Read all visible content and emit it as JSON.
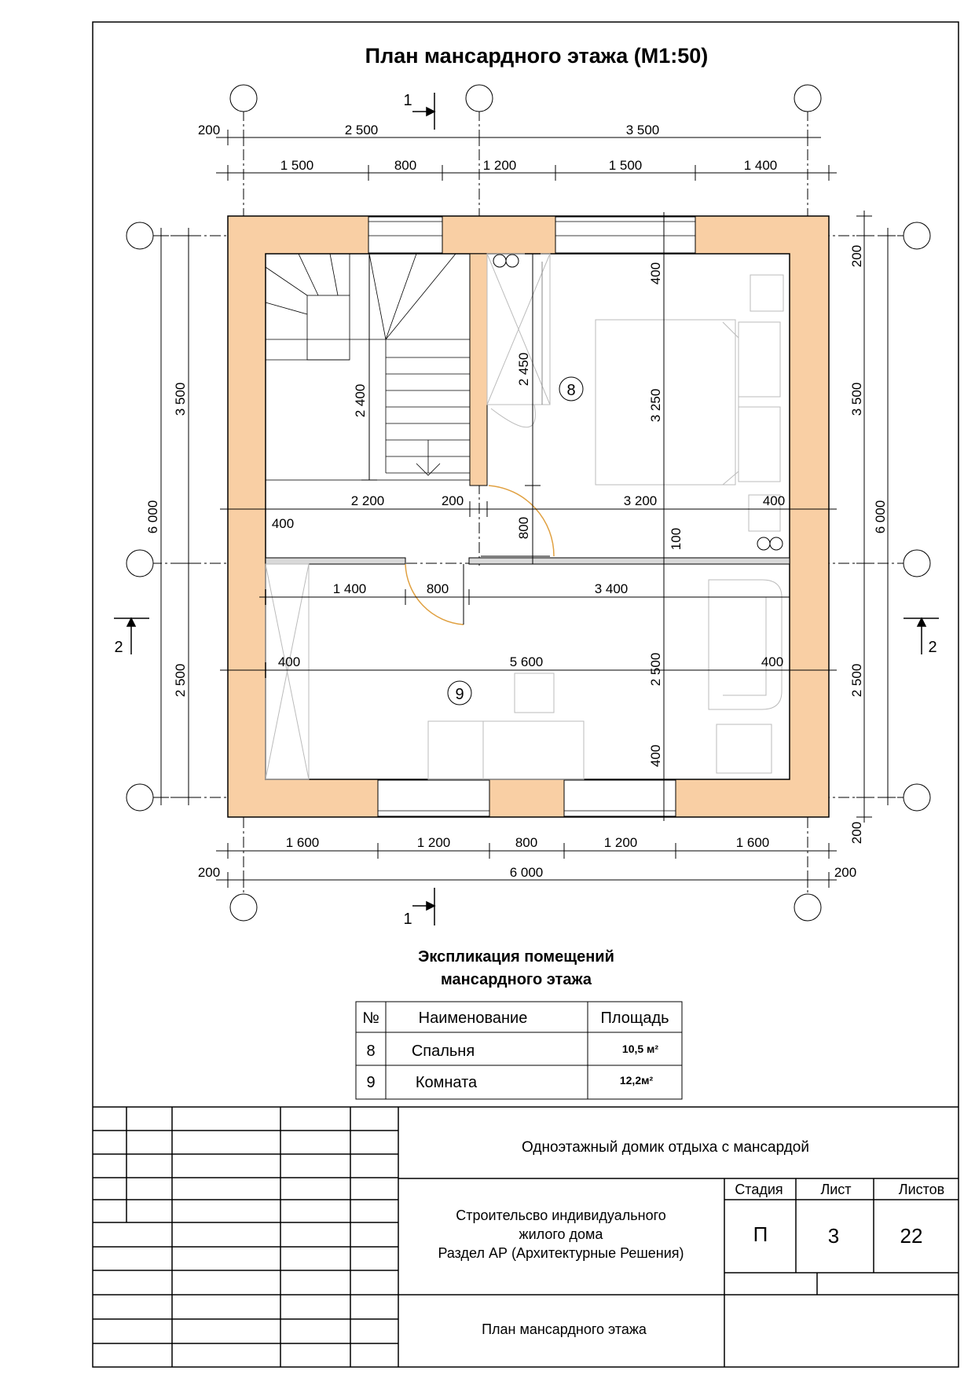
{
  "title": "План мансардного этажа (М1:50)",
  "section_marks": {
    "one": "1",
    "two": "2"
  },
  "dims": {
    "top1_left": "200",
    "top1_a": "2 500",
    "top1_b": "3 500",
    "top2": [
      "1 500",
      "800",
      "1 200",
      "1 500",
      "1 400"
    ],
    "left_a": "3 500",
    "left_total": "6 000",
    "left_b": "2 500",
    "right_top": "200",
    "right_a": "3 500",
    "right_total": "6 000",
    "right_b": "2 500",
    "right_bottom": "200",
    "inner_400a": "400",
    "inner_2400": "2 400",
    "inner_2450": "2 450",
    "inner_3250": "3 250",
    "inner_2200": "2 200",
    "inner_200": "200",
    "inner_3200": "3 200",
    "inner_400b": "400",
    "inner_400c": "400",
    "inner_800v": "800",
    "inner_100": "100",
    "inner_1400": "1 400",
    "inner_800": "800",
    "inner_3400": "3 400",
    "inner_400d": "400",
    "inner_5600": "5 600",
    "inner_400e": "400",
    "inner_2500": "2 500",
    "inner_400f": "400",
    "bot1": [
      "1 600",
      "1 200",
      "800",
      "1 200",
      "1 600"
    ],
    "bot2_left": "200",
    "bot2_total": "6 000",
    "bot2_right": "200"
  },
  "rooms": {
    "r8": "8",
    "r9": "9"
  },
  "explication": {
    "title_line1": "Экспликация помещений",
    "title_line2": "мансардного этажа",
    "headers": [
      "№",
      "Наименование",
      "Площадь"
    ],
    "rows": [
      {
        "num": "8",
        "name": "Спальня",
        "area": "10,5 м²"
      },
      {
        "num": "9",
        "name": "Комната",
        "area": "12,2м²"
      }
    ]
  },
  "stamp": {
    "project": "Одноэтажный домик отдыха с мансардой",
    "desc1": "Строительсво индивидуального",
    "desc2": "жилого дома",
    "desc3": "Раздел АР (Архитектурные Решения)",
    "sheet_title": "План мансардного этажа",
    "stage_label": "Стадия",
    "sheet_label": "Лист",
    "sheets_label": "Листов",
    "stage": "П",
    "sheet": "3",
    "sheets": "22"
  },
  "colors": {
    "wall": "#f9cfa4",
    "line": "#000000"
  }
}
